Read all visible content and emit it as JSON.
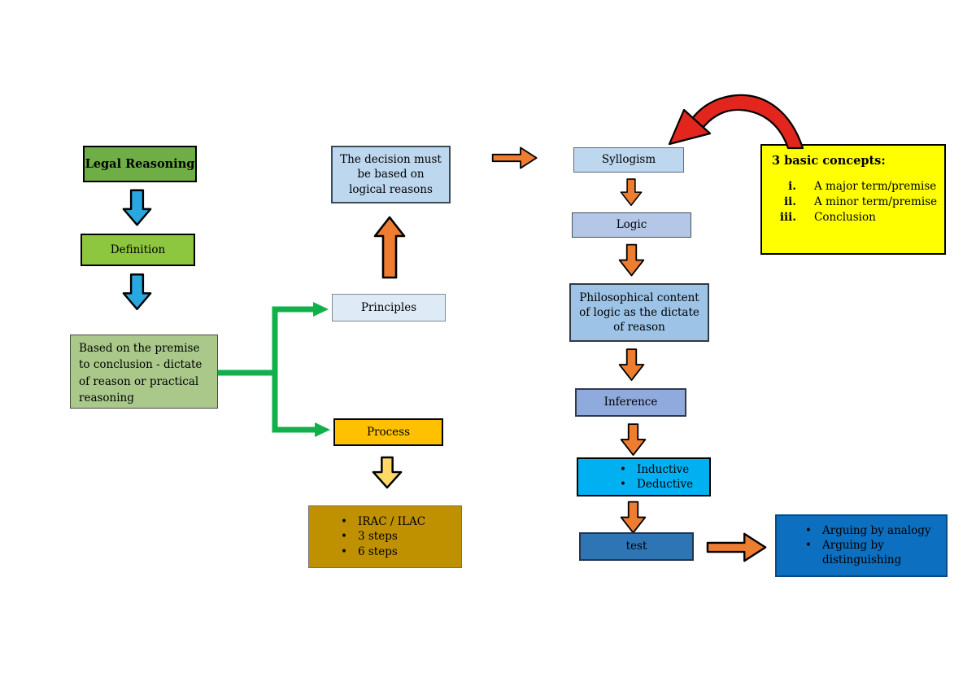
{
  "colors": {
    "dark_green": "#6FAE47",
    "mid_green": "#8DC63F",
    "sage_green": "#A9C88A",
    "pale_blue": "#DEEBF7",
    "light_blue": "#BDD7EE",
    "periwinkle": "#B4C7E7",
    "sky_blue": "#9DC3E6",
    "inference_blue": "#8FAADC",
    "cyan": "#00B0F0",
    "steel_blue": "#2E75B6",
    "bright_blue": "#0C6FC0",
    "gold": "#FFC000",
    "dark_gold": "#BF9000",
    "yellow": "#FFFF00",
    "orange": "#ED7D31",
    "blue_arrow": "#29A8E0",
    "yellow_arrow": "#FFD966",
    "green_line": "#12B04B",
    "red_arrow": "#E3261D"
  },
  "boxes": {
    "legal_reasoning": {
      "label": "Legal Reasoning"
    },
    "definition": {
      "label": "Definition"
    },
    "premise": {
      "label": "Based on the premise to conclusion - dictate of reason or practical reasoning"
    },
    "principles": {
      "label": "Principles"
    },
    "decision": {
      "label": "The decision must be based on logical reasons"
    },
    "process": {
      "label": "Process"
    },
    "irac": {
      "items": [
        "IRAC / ILAC",
        "3 steps",
        "6 steps"
      ]
    },
    "syllogism": {
      "label": "Syllogism"
    },
    "logic": {
      "label": "Logic"
    },
    "philosophical": {
      "label": "Philosophical content of logic as the dictate of reason"
    },
    "inference": {
      "label": "Inference"
    },
    "reasoning_types": {
      "items": [
        "Inductive",
        "Deductive"
      ]
    },
    "test": {
      "label": "test"
    },
    "arguing": {
      "items": [
        "Arguing by analogy",
        "Arguing by distinguishing"
      ]
    },
    "concepts": {
      "title": "3 basic concepts:",
      "items": [
        {
          "num": "i.",
          "text": "A major term/premise"
        },
        {
          "num": "ii.",
          "text": "A minor term/premise"
        },
        {
          "num": "iii.",
          "text": "Conclusion"
        }
      ]
    }
  },
  "bullet_glyph": "•"
}
